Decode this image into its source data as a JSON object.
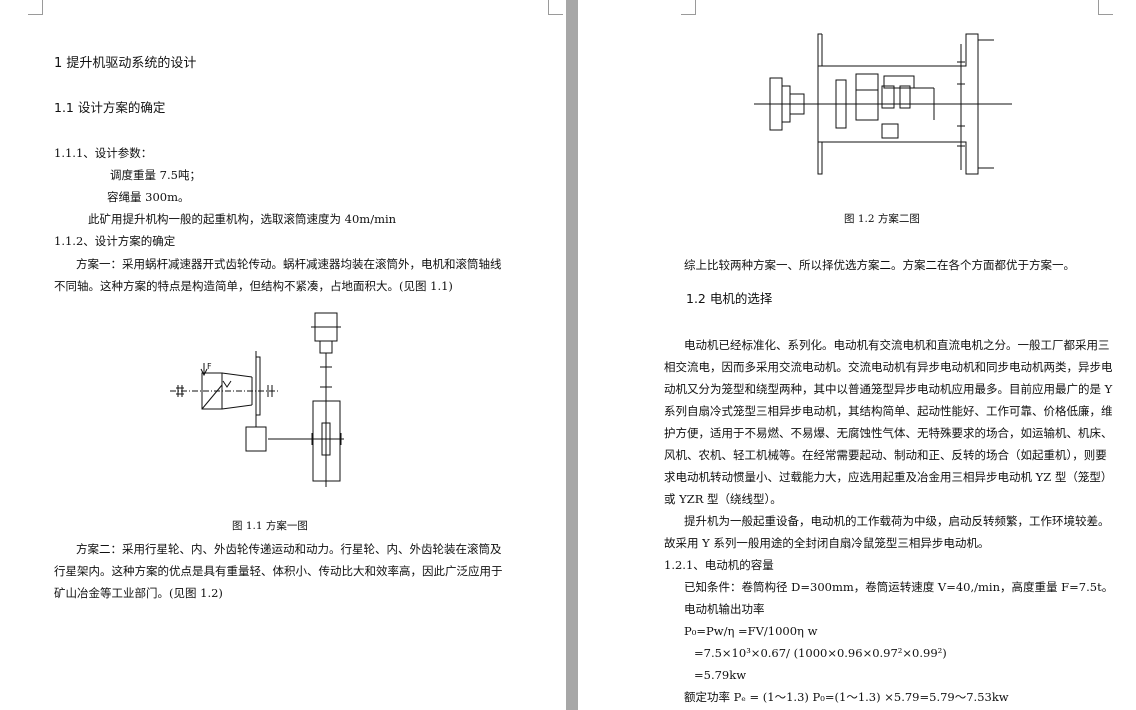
{
  "left": {
    "chapter_title": "1   提升机驱动系统的设计",
    "section_1_1": "1.1    设计方案的确定",
    "sub_1_1_1": "1.1.1、设计参数：",
    "param_weight": "调度重量 7.5吨；",
    "param_rope": "容绳量 300m。",
    "param_speed": "此矿用提升机构一般的起重机构，选取滚筒速度为 40m/min",
    "sub_1_1_2": "1.1.2、设计方案的确定",
    "scheme1_line1": "方案一：采用蜗杆减速器开式齿轮传动。蜗杆减速器均装在滚筒外，电机和滚筒轴线",
    "scheme1_line2": "不同轴。这种方案的特点是构造简单，但结构不紧凑，占地面积大。(见图 1.1)",
    "fig1_caption": "图 1.1   方案一图",
    "fig1_label": "F",
    "scheme2_line1": "方案二：采用行星轮、内、外齿轮传递运动和动力。行星轮、内、外齿轮装在滚筒及",
    "scheme2_line2": "行星架内。这种方案的优点是具有重量轻、体积小、传动比大和效率高，因此广泛应用于",
    "scheme2_line3": "矿山冶金等工业部门。(见图 1.2)"
  },
  "right": {
    "fig2_caption": "图 1.2   方案二图",
    "compare": "综上比较两种方案一、所以择优选方案二。方案二在各个方面都优于方案一。",
    "section_1_2": "1.2    电机的选择",
    "p1_l1": "电动机已经标准化、系列化。电动机有交流电机和直流电机之分。一般工厂都采用三",
    "p1_l2": "相交流电，因而多采用交流电动机。交流电动机有异步电动机和同步电动机两类，异步电",
    "p1_l3": "动机又分为笼型和绕型两种，其中以普通笼型异步电动机应用最多。目前应用最广的是 Y",
    "p1_l4": "系列自扇冷式笼型三相异步电动机，其结构简单、起动性能好、工作可靠、价格低廉，维",
    "p1_l5": "护方便，适用于不易燃、不易爆、无腐蚀性气体、无特殊要求的场合，如运输机、机床、",
    "p1_l6": "风机、农机、轻工机械等。在经常需要起动、制动和正、反转的场合（如起重机），则要",
    "p1_l7": "求电动机转动惯量小、过载能力大，应选用起重及冶金用三相异步电动机 YZ 型（笼型）",
    "p1_l8": "或 YZR 型（绕线型）。",
    "p2_l1": "提升机为一般起重设备，电动机的工作载荷为中级，启动反转频繁，工作环境较差。",
    "p2_l2": "故采用 Y 系列一般用途的全封闭自扇冷鼠笼型三相异步电动机。",
    "sub_1_2_1": "1.2.1、电动机的容量",
    "known": "已知条件：卷筒构径 D=300mm，卷筒运转速度 V=40,/min，高度重量 F=7.5t。",
    "motor_power_label": "电动机输出功率",
    "formula1": "P₀=Pw/η =FV/1000η w",
    "formula2": "=7.5×10³×0.67/ (1000×0.96×0.97²×0.99²)",
    "formula3": "=5.79kw",
    "rated_power": "额定功率 Pₑ = (1～1.3) P₀=(1～1.3) ×5.79=5.79～7.53kw"
  }
}
